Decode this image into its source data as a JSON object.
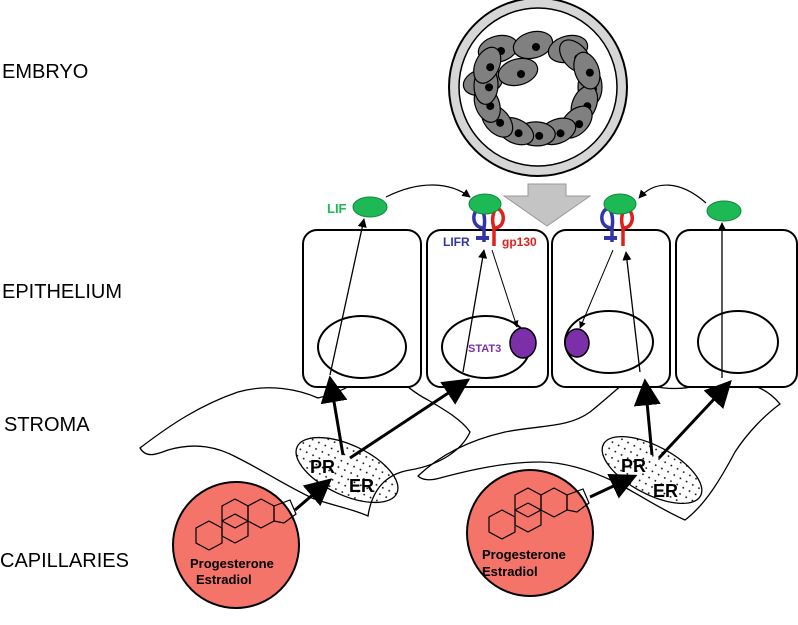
{
  "layers": {
    "embryo": "EMBRYO",
    "epithelium": "EPITHELIUM",
    "stroma": "STROMA",
    "capillaries": "CAPILLARIES"
  },
  "molecules": {
    "lif": "LIF",
    "lifr": "LIFR",
    "gp130": "gp130",
    "stat3": "STAT3"
  },
  "receptors": {
    "pr": "PR",
    "er": "ER"
  },
  "hormones": {
    "progesterone": "Progesterone",
    "estradiol": "Estradiol"
  },
  "colors": {
    "lif_green": "#1db954",
    "lifr_blue": "#3333aa",
    "gp130_red": "#e0201c",
    "stat3_purple": "#7b2fa8",
    "capillary_fill": "#f4746a",
    "embryo_cell_fill": "#808080",
    "embryo_shell_fill": "#d6d6d6",
    "big_arrow_fill": "#c4c4c4"
  }
}
